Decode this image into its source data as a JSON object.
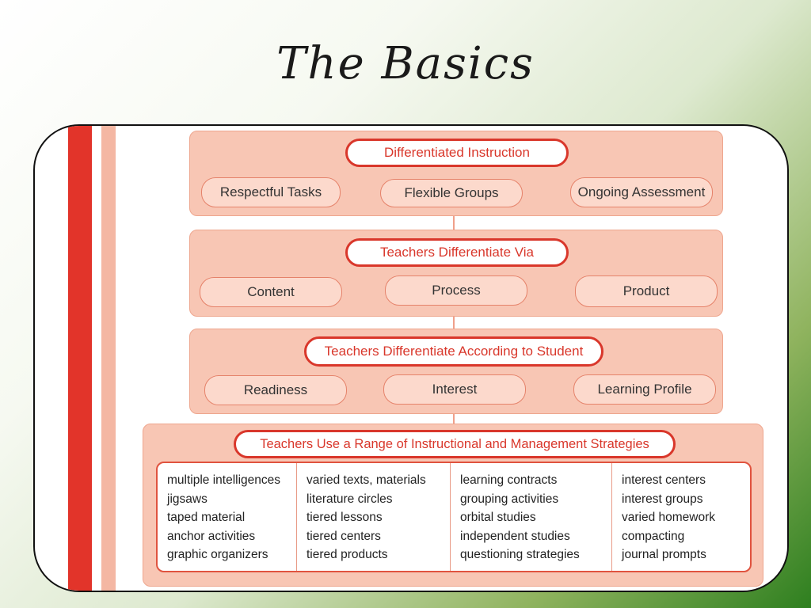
{
  "slide": {
    "title": "The Basics"
  },
  "diagram": {
    "tier1": {
      "header": "Differentiated Instruction",
      "items": [
        "Respectful Tasks",
        "Flexible Groups",
        "Ongoing Assessment"
      ]
    },
    "tier2": {
      "header": "Teachers Differentiate Via",
      "items": [
        "Content",
        "Process",
        "Product"
      ]
    },
    "tier3": {
      "header": "Teachers Differentiate According to Student",
      "items": [
        "Readiness",
        "Interest",
        "Learning Profile"
      ]
    },
    "tier4": {
      "header": "Teachers Use a Range of Instructional and Management Strategies",
      "columns": [
        [
          "multiple intelligences",
          "jigsaws",
          "taped material",
          "anchor activities",
          "graphic organizers"
        ],
        [
          "varied texts, materials",
          "literature circles",
          "tiered lessons",
          "tiered centers",
          "tiered products"
        ],
        [
          "learning contracts",
          "grouping activities",
          "orbital studies",
          "independent studies",
          "questioning strategies"
        ],
        [
          "interest centers",
          "interest groups",
          "varied homework",
          "compacting",
          "journal prompts"
        ]
      ]
    }
  },
  "colors": {
    "accent_red": "#d9372b",
    "tier_fill": "#f8c6b4",
    "pill_fill": "#fcd9cc",
    "stripe_red": "#e2342a",
    "stripe_pink": "#f4b7a3"
  }
}
